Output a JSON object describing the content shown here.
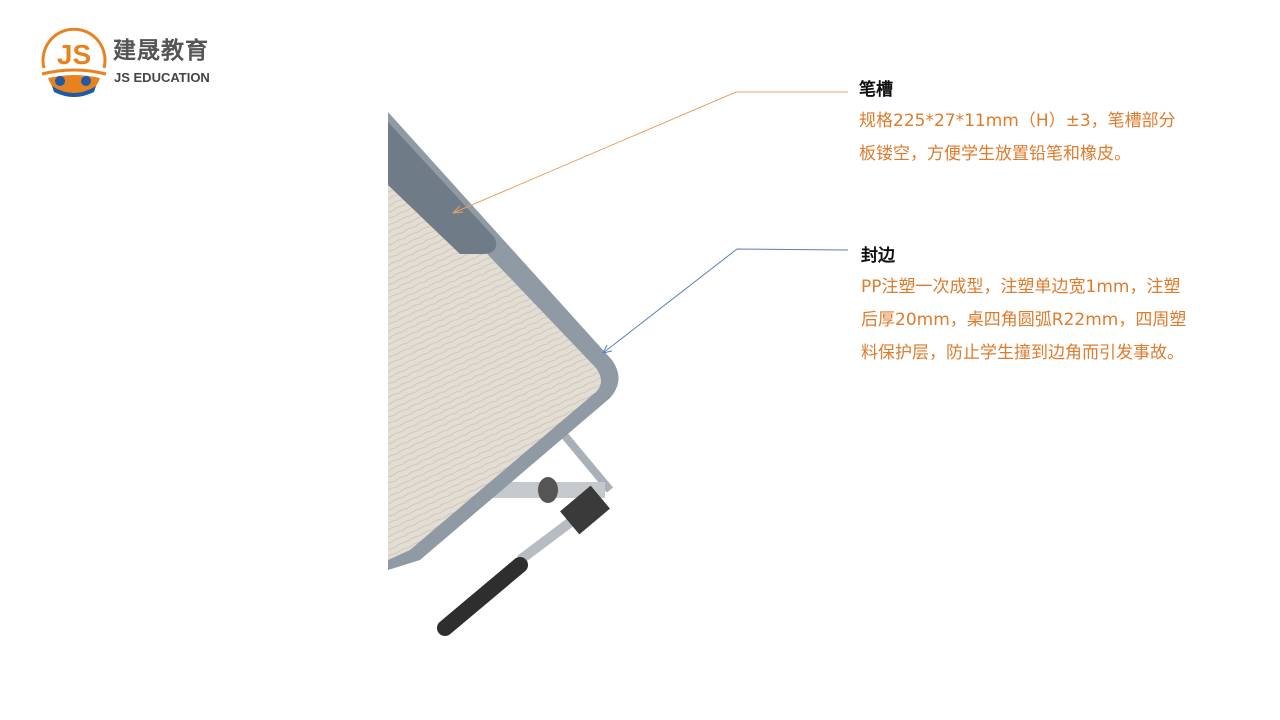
{
  "logo": {
    "name_cn": "建晟教育",
    "name_en": "JS EDUCATION",
    "mark": "JS"
  },
  "callouts": [
    {
      "title": "笔槽",
      "text": "规格225*27*11mm（H）±3，笔槽部分板镂空，方便学生放置铅笔和橡皮。",
      "line_color": "#e8a060"
    },
    {
      "title": "封边",
      "text": "PP注塑一次成型，注塑单边宽1mm，注塑后厚20mm，桌四角圆弧R22mm，四周塑料保护层，防止学生撞到边角而引发事故。",
      "line_color": "#5b7fb8"
    }
  ],
  "colors": {
    "accent": "#e07b2c",
    "logo_orange": "#e8821e",
    "logo_blue": "#1f5aa6"
  }
}
